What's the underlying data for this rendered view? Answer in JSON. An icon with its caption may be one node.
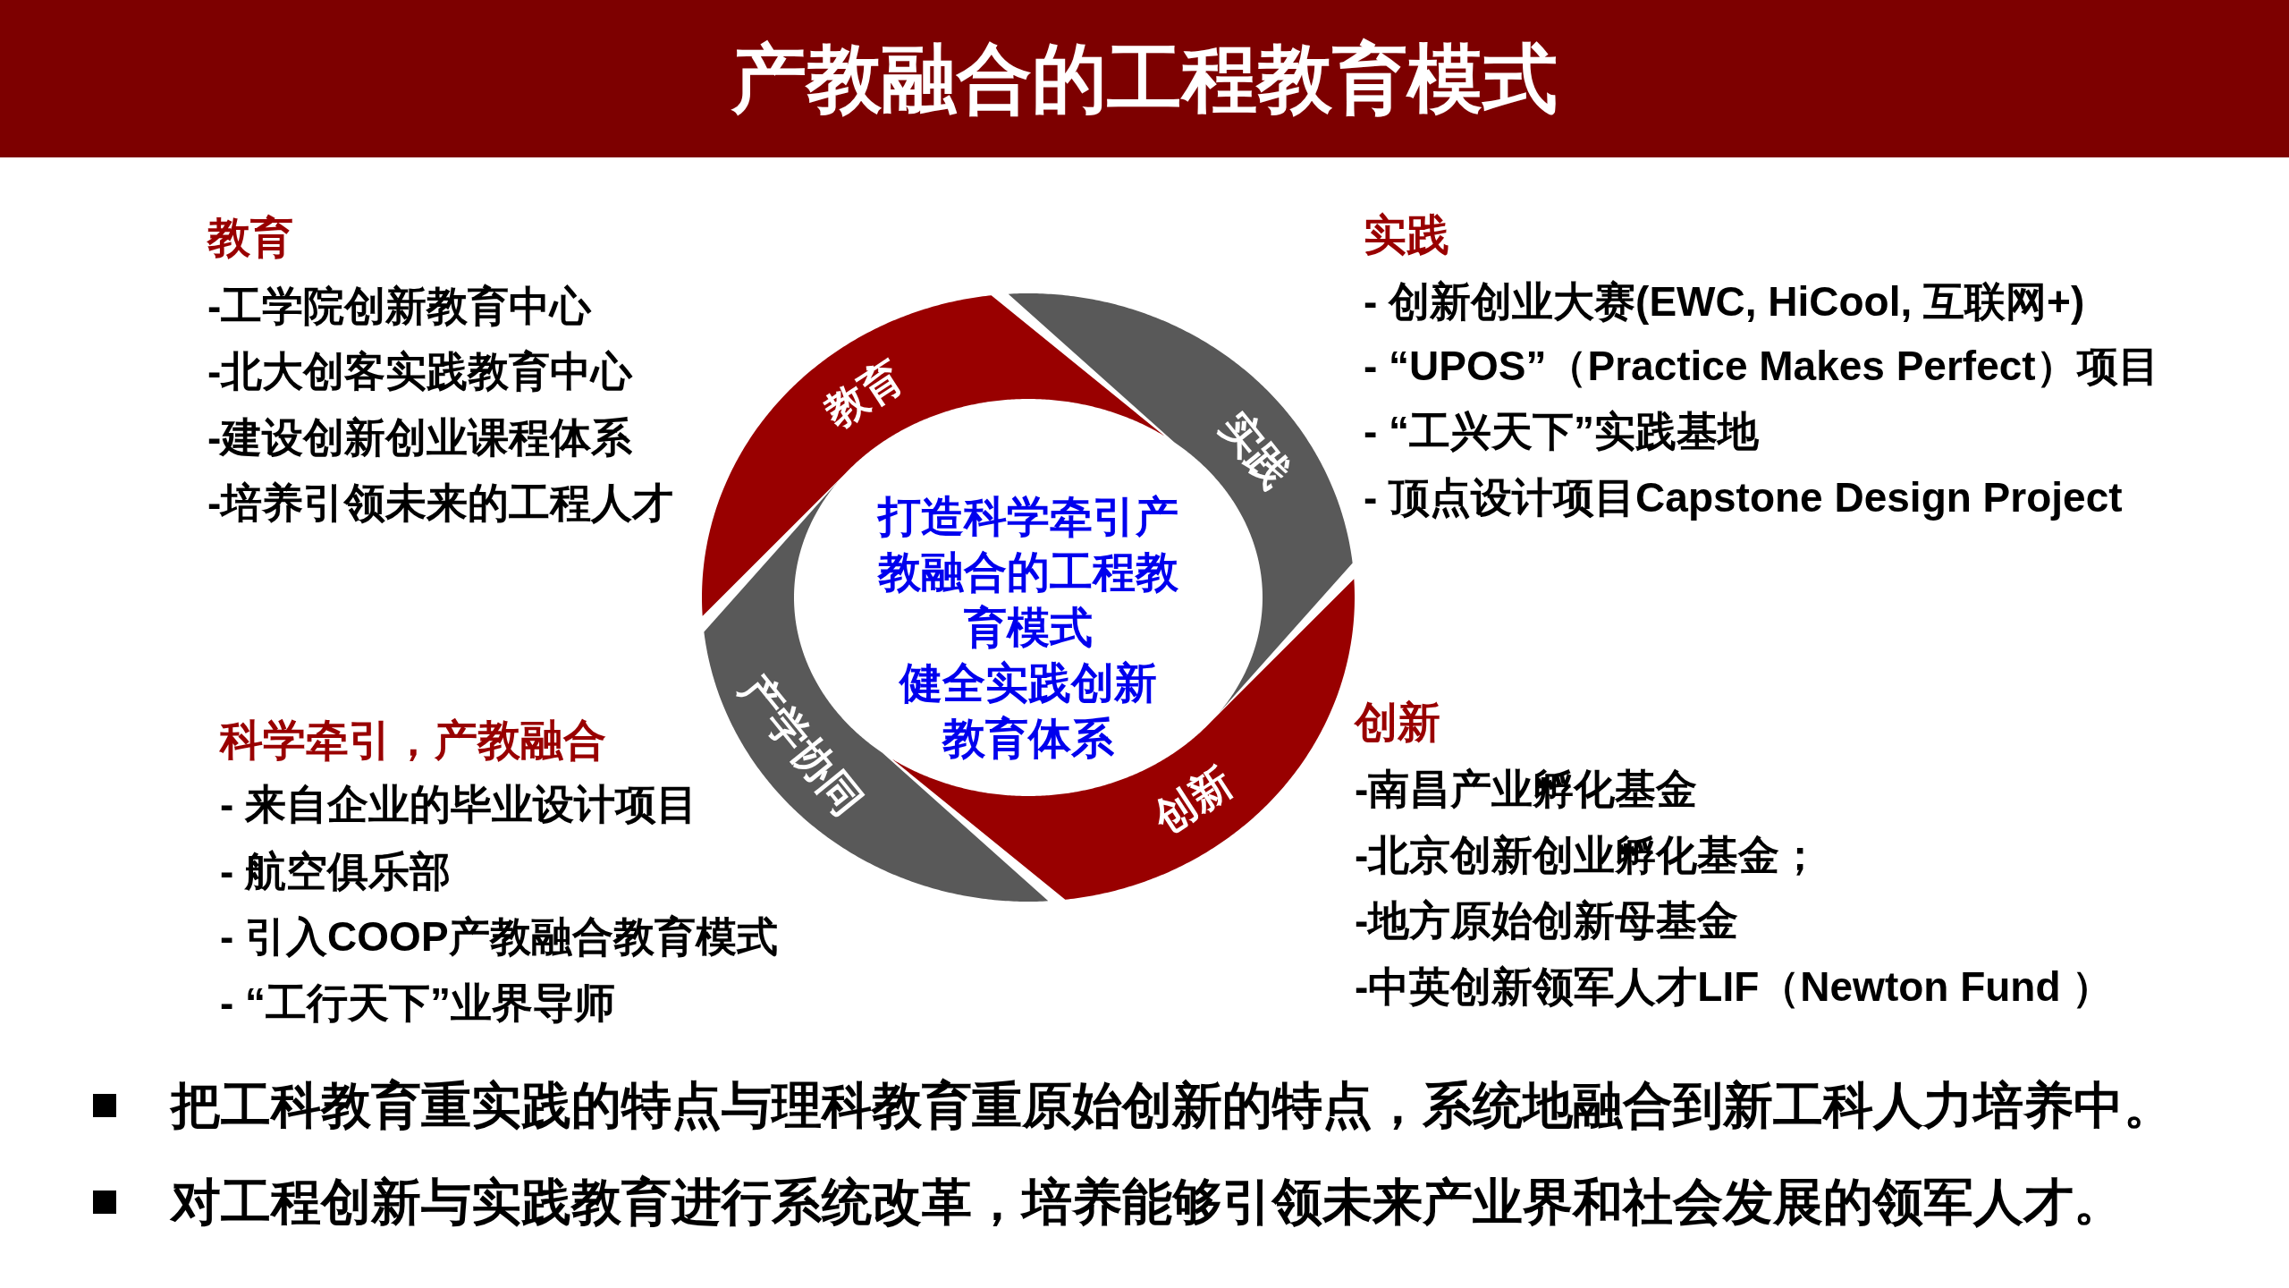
{
  "diagram": {
    "title": "产教融合的工程教育模式",
    "nodes": [
      {
        "text": [
          "教育"
        ]
      },
      {
        "text": [
          "实践"
        ]
      },
      {
        "text": [
          "创新"
        ]
      },
      {
        "text": [
          "产学协同"
        ]
      },
      {
        "text": [
          "打造科学牵引产教融合的工程教育模式",
          "健全实践创新教育体系"
        ]
      }
    ],
    "labels": [
      "教育",
      "-工学院**创新教育**中心",
      "-北大**创客实践**教育中心",
      "-建设创新创业课程体系",
      "-培养引领未来的工程人才",
      "实践",
      "- 创新创业大赛(EWC, HiCool, 互联网+)",
      "- “UPOS”（Practice Makes Perfect）项目",
      "- “工兴天下”实践基地",
      "- 顶点设计项目Capstone Design Project",
      "科学牵引，产教融合",
      "- 来自企业的毕业设计项目",
      "- 航空俱乐部",
      "- 引入COOP产教融合教育模式",
      "- “工行天下”业界导师",
      "创新",
      "-南昌产业孵化基金",
      "-北京创新创业孵化基金；",
      "-地方原始创新母基金",
      "-中英创新领军人才LIF（Newton Fund ）",
      "把工科教育**重实践**的特点与理科教育**重原始创新**的特点，**系统地融合**到新工科人力培养中。",
      "对工程创新与实践教育进行**系统改革**，**培养**能够**引领未来产业界和社会发展**的**领军人才。**"
    ]
  }
}
